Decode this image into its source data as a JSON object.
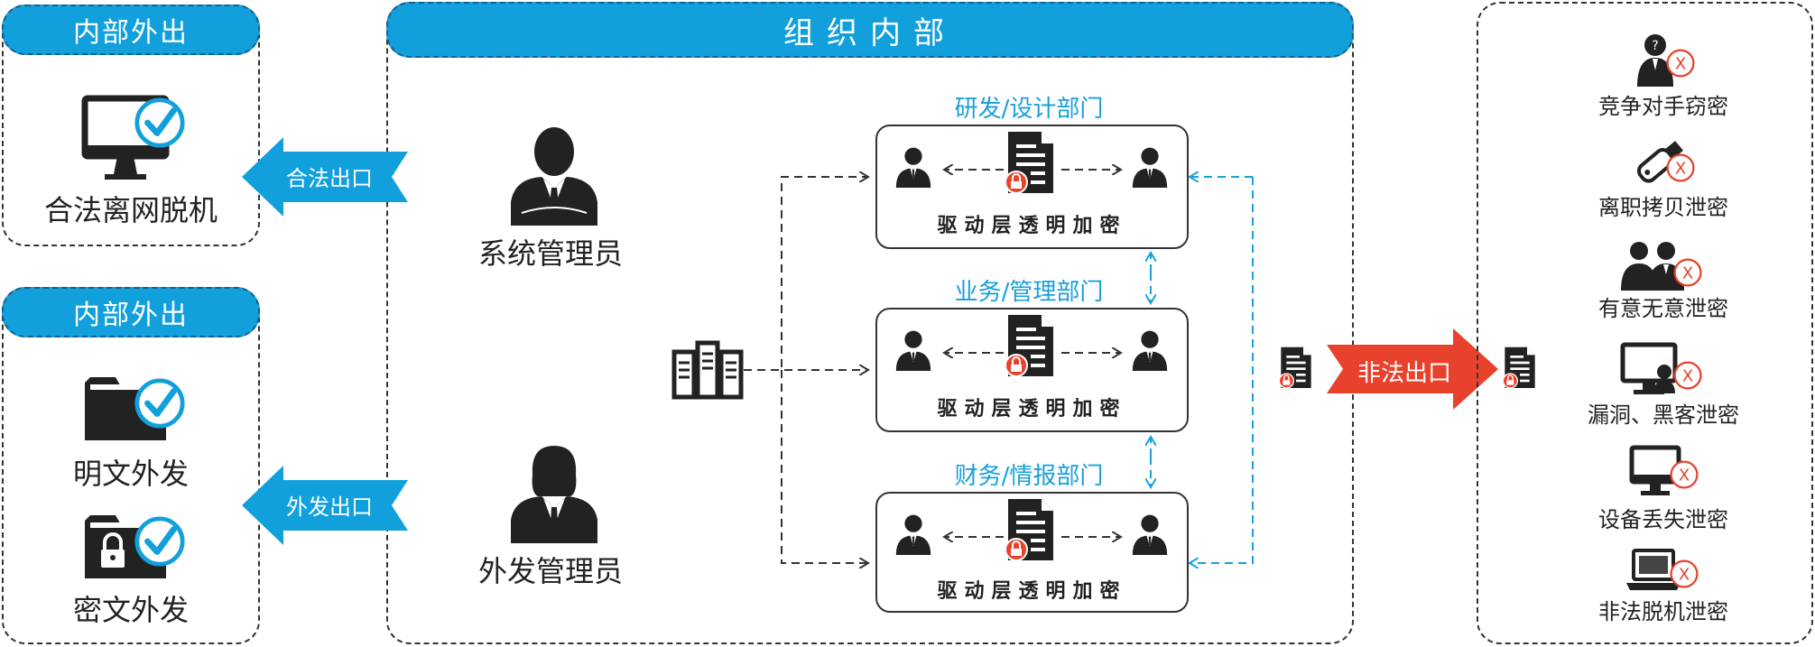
{
  "left_top": {
    "header": "内部外出",
    "caption": "合法离网脱机"
  },
  "left_bottom": {
    "header": "内部外出",
    "caption_plain": "明文外发",
    "caption_cipher": "密文外发"
  },
  "center": {
    "header": "组织内部",
    "admin_system": "系统管理员",
    "admin_outgoing": "外发管理员",
    "arrow_legal": "合法出口",
    "arrow_send": "外发出口",
    "departments": [
      {
        "name": "研发/设计部门",
        "driver": "驱动层透明加密"
      },
      {
        "name": "业务/管理部门",
        "driver": "驱动层透明加密"
      },
      {
        "name": "财务/情报部门",
        "driver": "驱动层透明加密"
      }
    ]
  },
  "illegal_arrow": "非法出口",
  "risks": [
    {
      "label": "竞争对手窃密",
      "icon": "spy-person-icon"
    },
    {
      "label": "离职拷贝泄密",
      "icon": "usb-drive-icon"
    },
    {
      "label": "有意无意泄密",
      "icon": "two-people-icon"
    },
    {
      "label": "漏洞、黑客泄密",
      "icon": "hacker-monitor-icon"
    },
    {
      "label": "设备丢失泄密",
      "icon": "computer-icon"
    },
    {
      "label": "非法脱机泄密",
      "icon": "laptop-icon"
    }
  ],
  "colors": {
    "accent_blue": "#12a0dd",
    "danger_red": "#e8412c",
    "dark": "#222222"
  }
}
